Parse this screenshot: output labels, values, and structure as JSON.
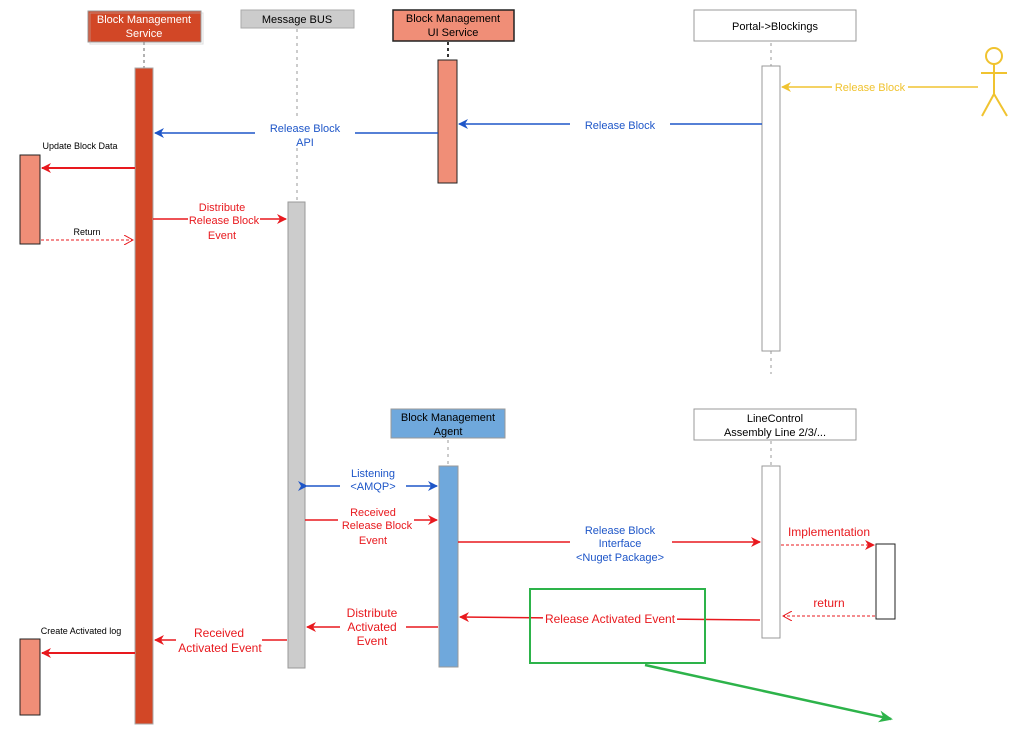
{
  "participants": {
    "bms": {
      "line1": "Block Management",
      "line2": "Service"
    },
    "bus": {
      "line1": "Message BUS"
    },
    "ui": {
      "line1": "Block Management",
      "line2": "UI Service"
    },
    "portal": {
      "line1": "Portal->Blockings"
    },
    "agent": {
      "line1": "Block Management",
      "line2": "Agent"
    },
    "lc": {
      "line1": "LineControl",
      "line2": "Assembly Line 2/3/..."
    }
  },
  "messages": {
    "release_block_actor": "Release Block",
    "release_block_portal": "Release Block",
    "release_block_api": {
      "line1": "Release Block",
      "line2": "API"
    },
    "update_block_data": "Update Block Data",
    "return_msg": "Return",
    "distribute_release": {
      "line1": "Distribute",
      "line2": "Release Block",
      "line3": "Event"
    },
    "listening": {
      "line1": "Listening",
      "line2": "<AMQP>"
    },
    "received_release": {
      "line1": "Received",
      "line2": "Release Block",
      "line3": "Event"
    },
    "release_interface": {
      "line1": "Release Block",
      "line2": "Interface",
      "line3": "<Nuget Package>"
    },
    "implementation": "Implementation",
    "return_lower": "return",
    "release_activated": "Release Activated Event",
    "distribute_activated": {
      "line1": "Distribute",
      "line2": "Activated",
      "line3": "Event"
    },
    "received_activated": {
      "line1": "Received",
      "line2": "Activated Event"
    },
    "create_activated_log": "Create Activated log"
  },
  "colors": {
    "bms_fill": "#d24726",
    "bms_light": "#f08e77",
    "ui_fill": "#f08e77",
    "bus_fill": "#cccccc",
    "agent_fill": "#6fa8dc",
    "blue_msg": "#1e56c8",
    "red_msg": "#e8191e",
    "yellow": "#f0c330",
    "green": "#2db34a"
  }
}
